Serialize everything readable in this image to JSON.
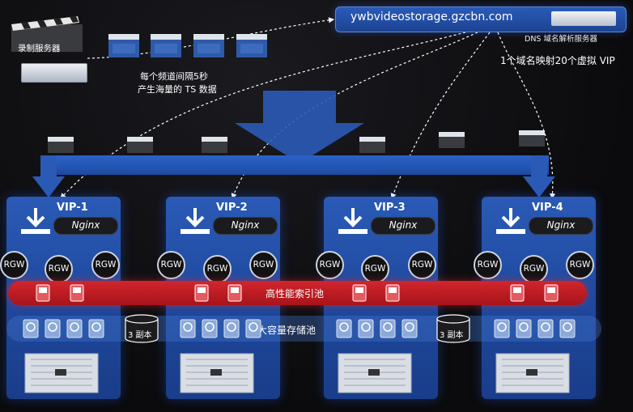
{
  "dns": {
    "domain": "ywbvideostorage.gzcbn.com",
    "server_label": "DNS 域名解析服务器",
    "description": "1个域名映射20个虚拟 VIP"
  },
  "recorder": {
    "label": "录制服务器"
  },
  "ts_note": {
    "line1": "每个频道间隔5秒",
    "line2": "产生海量的 TS 数据"
  },
  "vips": [
    {
      "title": "VIP-1",
      "service": "Nginx",
      "gateways": [
        "RGW",
        "RGW",
        "RGW"
      ]
    },
    {
      "title": "VIP-2",
      "service": "Nginx",
      "gateways": [
        "RGW",
        "RGW",
        "RGW"
      ]
    },
    {
      "title": "VIP-3",
      "service": "Nginx",
      "gateways": [
        "RGW",
        "RGW",
        "RGW"
      ]
    },
    {
      "title": "VIP-4",
      "service": "Nginx",
      "gateways": [
        "RGW",
        "RGW",
        "RGW"
      ]
    }
  ],
  "pools": {
    "index": "高性能索引池",
    "storage": "大容量存储池"
  },
  "replicas": [
    "3 副本",
    "3 副本"
  ],
  "colors": {
    "blue": "#2a5ab6",
    "red": "#c21d25",
    "accent": "#5a86e0"
  },
  "icons": [
    "clapperboard-icon",
    "server-icon",
    "download-icon",
    "ssd-icon",
    "hdd-icon",
    "database-icon"
  ]
}
